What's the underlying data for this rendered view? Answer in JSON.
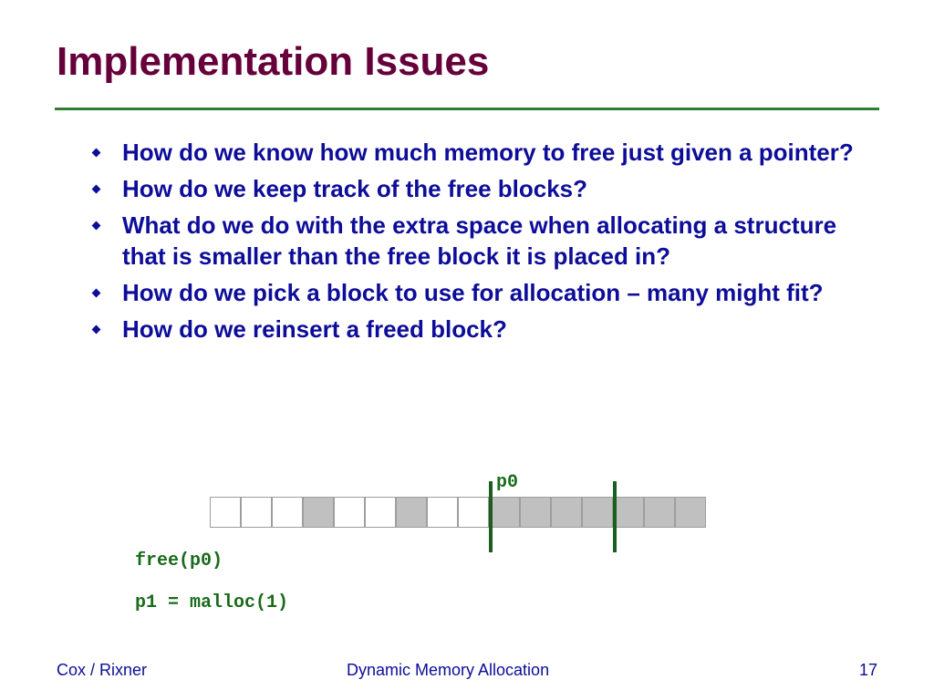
{
  "slide": {
    "title": "Implementation Issues",
    "bullets": [
      "How do we know how much memory to free just given a pointer?",
      "How do we keep track of the free blocks?",
      "What do we do with the extra space when allocating a structure that is smaller than the free block it is placed in?",
      "How do we pick a block to use for allocation – many might fit?",
      "How do we reinsert a freed block?"
    ]
  },
  "diagram": {
    "pointer_label": "p0",
    "cells": [
      "free",
      "free",
      "free",
      "alloc",
      "free",
      "free",
      "alloc",
      "free",
      "free",
      "alloc",
      "alloc",
      "alloc",
      "alloc",
      "alloc",
      "alloc",
      "alloc"
    ],
    "colors": {
      "free": "#ffffff",
      "alloc": "#c0c0c0",
      "marker": "#1b5e20"
    },
    "code_lines": [
      "free(p0)",
      "p1 = malloc(1)"
    ]
  },
  "footer": {
    "left": "Cox / Rixner",
    "center": "Dynamic Memory Allocation",
    "page": "17"
  }
}
